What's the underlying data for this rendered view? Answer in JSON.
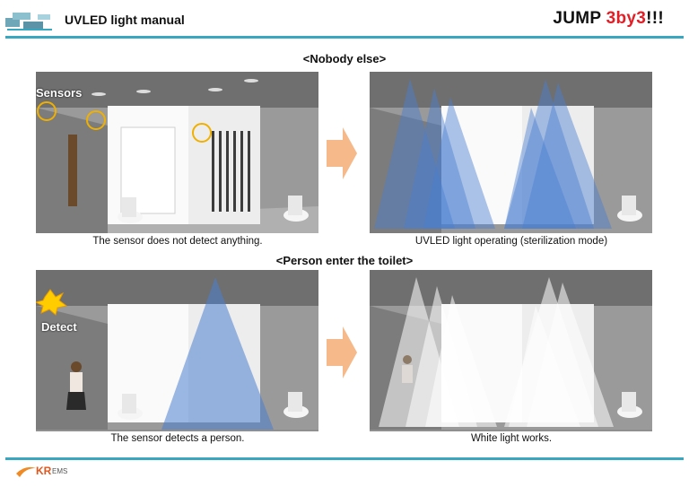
{
  "header": {
    "title": "UVLED light manual",
    "brand_prefix": "JUMP",
    "brand_highlight": "3by3",
    "brand_suffix": "!!!"
  },
  "sections": [
    {
      "title": "<Nobody else>",
      "left_caption": "The sensor does not detect anything.",
      "right_caption": "UVLED light operating (sterilization mode)",
      "left_label": "Sensors"
    },
    {
      "title": "<Person enter the toilet>",
      "left_caption": "The sensor detects a person.",
      "right_caption": "White light works.",
      "left_label": "Detect"
    }
  ],
  "footer": {
    "logo_text": "KR",
    "logo_subtext": "EMS"
  },
  "colors": {
    "accent_rule": "#3aa7c1",
    "brand_red": "#e21e26",
    "arrow": "#f6b98a",
    "uv_beam": "#4a7fd0",
    "white_beam": "#ffffff",
    "sensor_ring": "#f0b000"
  }
}
